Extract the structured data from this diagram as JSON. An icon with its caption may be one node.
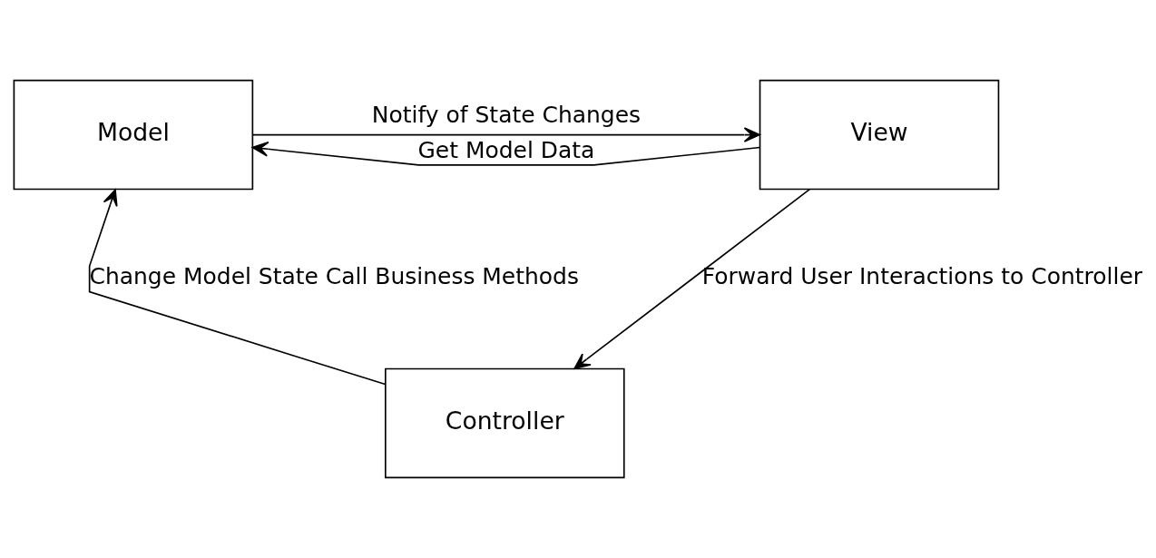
{
  "diagram": {
    "nodes": [
      {
        "text": [
          "Model"
        ]
      },
      {
        "text": [
          "View"
        ]
      },
      {
        "text": [
          "Controller"
        ]
      }
    ],
    "edges": [
      {
        "from": 0,
        "to": 1,
        "arrow": "to",
        "label": "Notify of State Changes"
      },
      {
        "from": 1,
        "to": 0,
        "arrow": "to",
        "label": "Get Model Data"
      },
      {
        "from": 2,
        "to": 0,
        "arrow": "to",
        "label": "Change Model State Call Business Methods"
      },
      {
        "from": 1,
        "to": 2,
        "arrow": "to",
        "label": "Forward User Interactions to Controller"
      }
    ]
  }
}
